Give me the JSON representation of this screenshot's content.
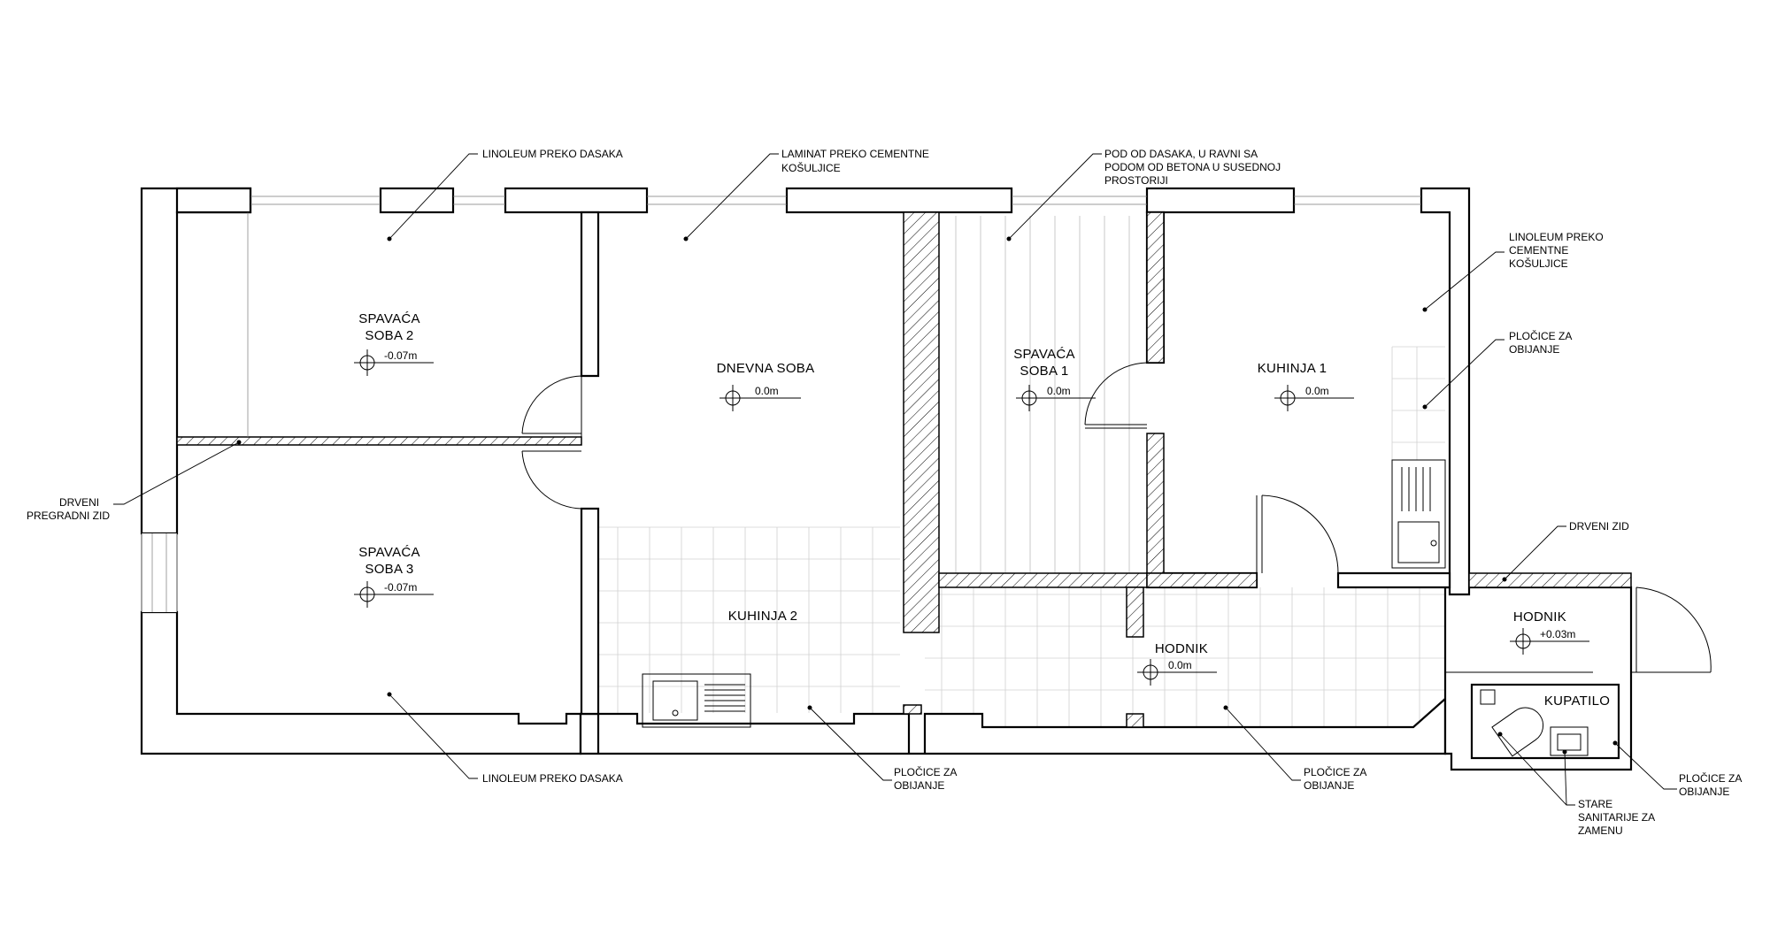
{
  "rooms": {
    "spavaca_soba_2": {
      "line1": "SPAVAĆA",
      "line2": "SOBA 2",
      "level": "-0.07m"
    },
    "spavaca_soba_3": {
      "line1": "SPAVAĆA",
      "line2": "SOBA 3",
      "level": "-0.07m"
    },
    "dnevna_soba": {
      "line1": "DNEVNA SOBA",
      "level": "0.0m"
    },
    "spavaca_soba_1": {
      "line1": "SPAVAĆA",
      "line2": "SOBA 1",
      "level": "0.0m"
    },
    "kuhinja_1": {
      "line1": "KUHINJA 1",
      "level": "0.0m"
    },
    "kuhinja_2": {
      "line1": "KUHINJA 2"
    },
    "hodnik_main": {
      "line1": "HODNIK",
      "level": "0.0m"
    },
    "hodnik_small": {
      "line1": "HODNIK",
      "level": "+0.03m"
    },
    "kupatilo": {
      "line1": "KUPATILO"
    }
  },
  "notes": {
    "linoleum_top": {
      "lines": [
        "LINOLEUM PREKO DASAKA"
      ]
    },
    "laminat": {
      "lines": [
        "LAMINAT PREKO CEMENTNE",
        "KOŠULJICE"
      ]
    },
    "pod_od_dasaka": {
      "lines": [
        "POD OD DASAKA, U RAVNI SA",
        "PODOM OD BETONA U SUSEDNOJ",
        "PROSTORIJI"
      ]
    },
    "linoleum_cement": {
      "lines": [
        "LINOLEUM PREKO",
        "CEMENTNE",
        "KOŠULJICE"
      ]
    },
    "plocice_k1": {
      "lines": [
        "PLOČICE ZA",
        "OBIJANJE"
      ]
    },
    "drveni_zid": {
      "lines": [
        "DRVENI ZID"
      ]
    },
    "drveni_pregradni": {
      "lines": [
        "DRVENI",
        "PREGRADNI ZID"
      ]
    },
    "linoleum_bottom": {
      "lines": [
        "LINOLEUM PREKO DASAKA"
      ]
    },
    "plocice_k2": {
      "lines": [
        "PLOČICE ZA",
        "OBIJANJE"
      ]
    },
    "plocice_hodnik": {
      "lines": [
        "PLOČICE ZA",
        "OBIJANJE"
      ]
    },
    "plocice_kupatilo": {
      "lines": [
        "PLOČICE ZA",
        "OBIJANJE"
      ]
    },
    "stare_sanitarije": {
      "lines": [
        "STARE",
        "SANITARIJE ZA",
        "ZAMENU"
      ]
    }
  }
}
